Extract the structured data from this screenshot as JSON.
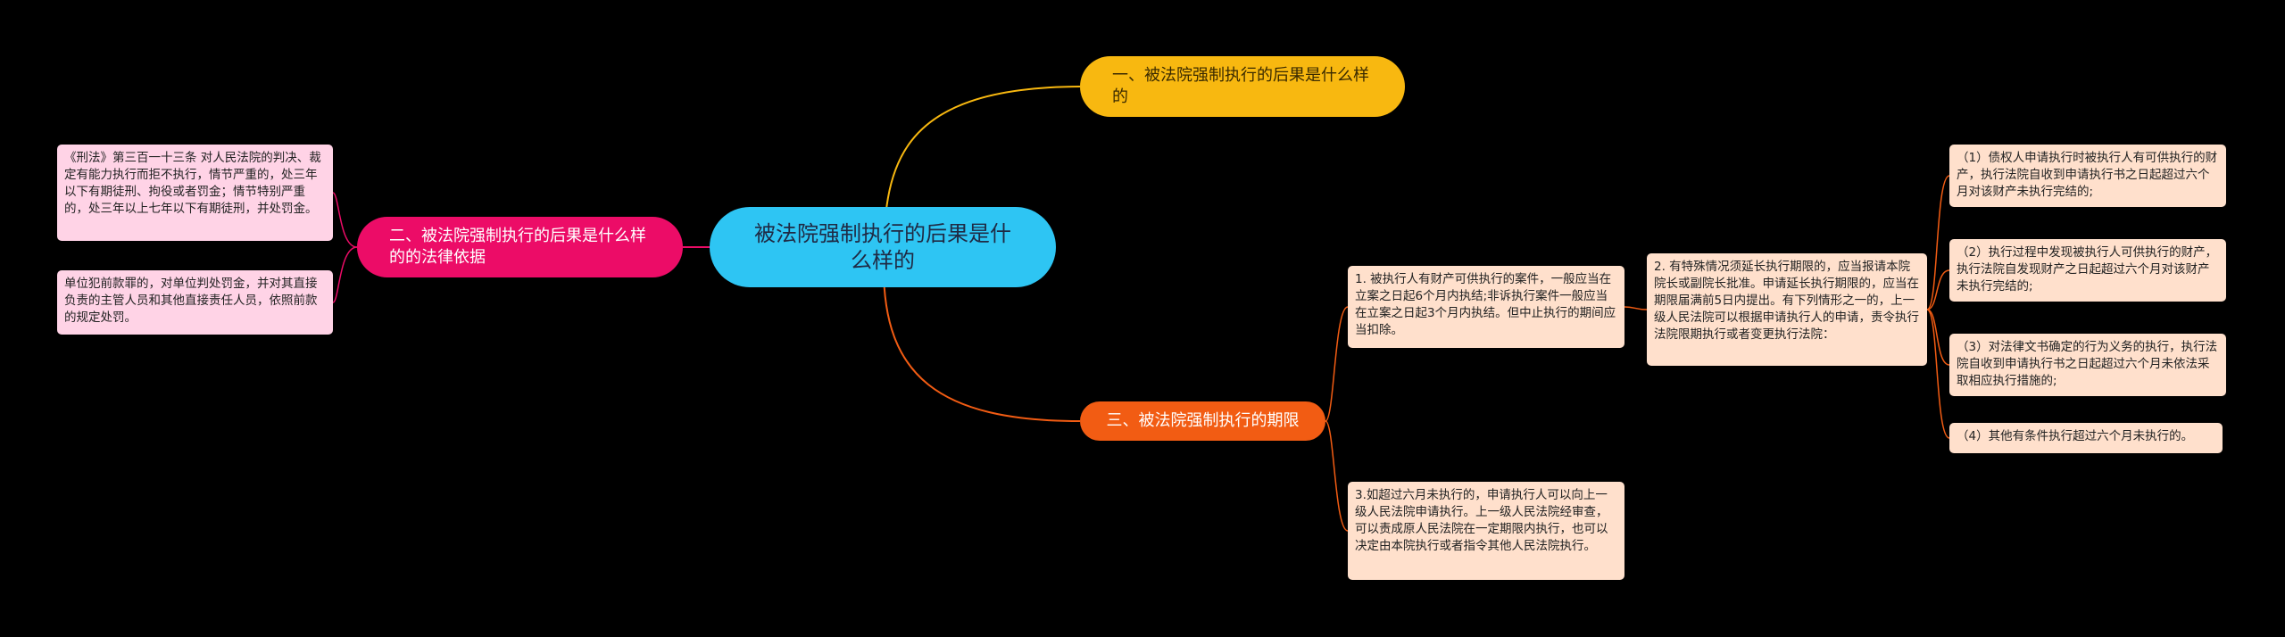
{
  "central": {
    "title": "被法院强制执行的后果是什么样的"
  },
  "branches": {
    "b1": {
      "label": "一、被法院强制执行的后果是什么样的"
    },
    "b2": {
      "label": "二、被法院强制执行的后果是什么样的的法律依据"
    },
    "b3": {
      "label": "三、被法院强制执行的期限"
    }
  },
  "leaves": {
    "law_1": "《刑法》第三百一十三条 对人民法院的判决、裁定有能力执行而拒不执行，情节严重的，处三年以下有期徒刑、拘役或者罚金；情节特别严重的，处三年以上七年以下有期徒刑，并处罚金。",
    "law_2": "单位犯前款罪的，对单位判处罚金，并对其直接负责的主管人员和其他直接责任人员，依照前款的规定处罚。",
    "term_1": "1. 被执行人有财产可供执行的案件，一般应当在立案之日起6个月内执结;非诉执行案件一般应当在立案之日起3个月内执结。但中止执行的期间应当扣除。",
    "term_3": "3.如超过六月未执行的，申请执行人可以向上一级人民法院申请执行。上一级人民法院经审查，可以责成原人民法院在一定期限内执行，也可以决定由本院执行或者指令其他人民法院执行。",
    "term_2": "2. 有特殊情况须延长执行期限的，应当报请本院院长或副院长批准。申请延长执行期限的，应当在期限届满前5日内提出。有下列情形之一的，上一级人民法院可以根据申请执行人的申请，责令执行法院限期执行或者变更执行法院：",
    "cond_1": "（1）债权人申请执行时被执行人有可供执行的财产，执行法院自收到申请执行书之日起超过六个月对该财产未执行完结的;",
    "cond_2": "（2）执行过程中发现被执行人可供执行的财产，执行法院自发现财产之日起超过六个月对该财产未执行完结的;",
    "cond_3": "（3）对法律文书确定的行为义务的执行，执行法院自收到申请执行书之日起超过六个月未依法采取相应执行措施的;",
    "cond_4": "（4）其他有条件执行超过六个月未执行的。"
  },
  "colors": {
    "background": "#000000",
    "central": "#2ec5f3",
    "branch_1": "#f8b810",
    "branch_2": "#ec0c67",
    "branch_3": "#f25c13",
    "leaf_pink": "#ffd3e6",
    "leaf_peach": "#ffe0cc"
  }
}
